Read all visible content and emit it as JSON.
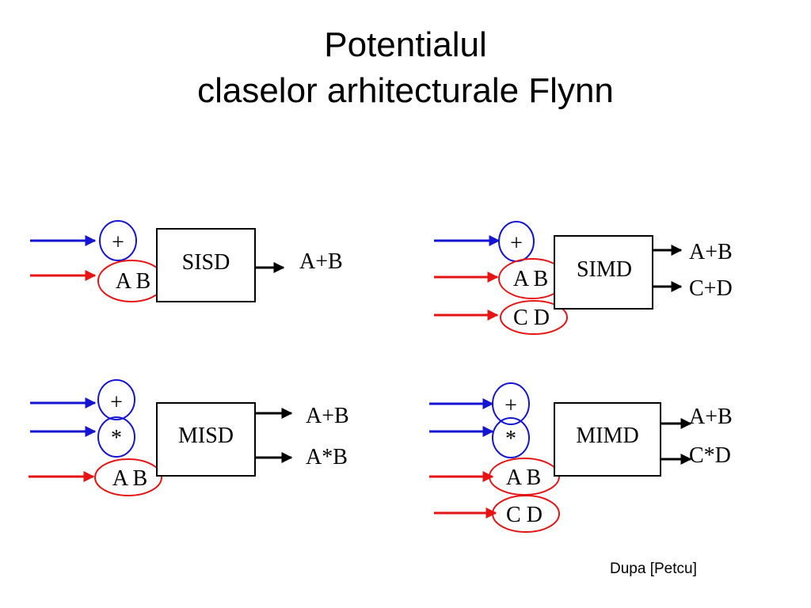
{
  "title": {
    "line1": "Potentialul",
    "line2": "claselor arhitecturale Flynn"
  },
  "colors": {
    "instruction": "#1414d2",
    "data": "#e61414",
    "text": "#000000"
  },
  "diagrams": {
    "sisd": {
      "label": "SISD",
      "instructions": [
        "+"
      ],
      "data": [
        "A B"
      ],
      "outputs": [
        "A+B"
      ]
    },
    "simd": {
      "label": "SIMD",
      "instructions": [
        "+"
      ],
      "data": [
        "A B",
        "C D"
      ],
      "outputs": [
        "A+B",
        "C+D"
      ]
    },
    "misd": {
      "label": "MISD",
      "instructions": [
        "+",
        "*"
      ],
      "data": [
        "A B"
      ],
      "outputs": [
        "A+B",
        "A*B"
      ]
    },
    "mimd": {
      "label": "MIMD",
      "instructions": [
        "+",
        "*"
      ],
      "data": [
        "A B",
        "C D"
      ],
      "outputs": [
        "A+B",
        "C*D"
      ]
    }
  },
  "credit": "Dupa [Petcu]"
}
